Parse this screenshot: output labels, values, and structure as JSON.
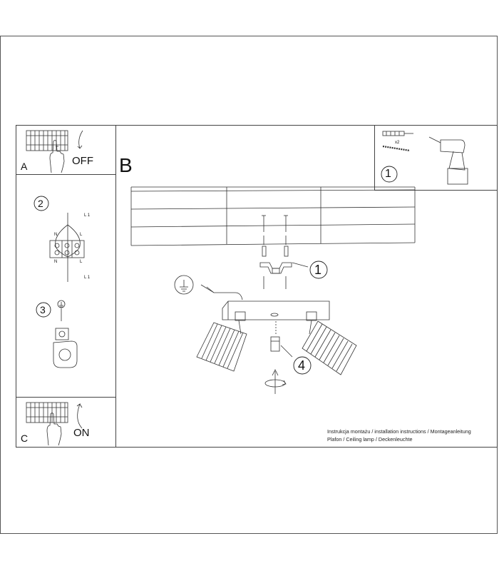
{
  "panels": {
    "a": {
      "letter": "A",
      "action": "OFF"
    },
    "b": {
      "letter": "B"
    },
    "c": {
      "letter": "C",
      "action": "ON"
    }
  },
  "steps": {
    "one": "1",
    "two": "2",
    "three": "3",
    "four": "4"
  },
  "wiring_labels": {
    "l1": "L 1",
    "n": "N",
    "l": "L"
  },
  "tools": {
    "quantity": "x2"
  },
  "footer": {
    "line1": "Instrukcja montażu / installation instructions / Montageanleitung",
    "line2": "Plafon / Ceiling lamp / Deckenleuchte"
  },
  "colors": {
    "line": "#333333",
    "background": "#ffffff"
  }
}
